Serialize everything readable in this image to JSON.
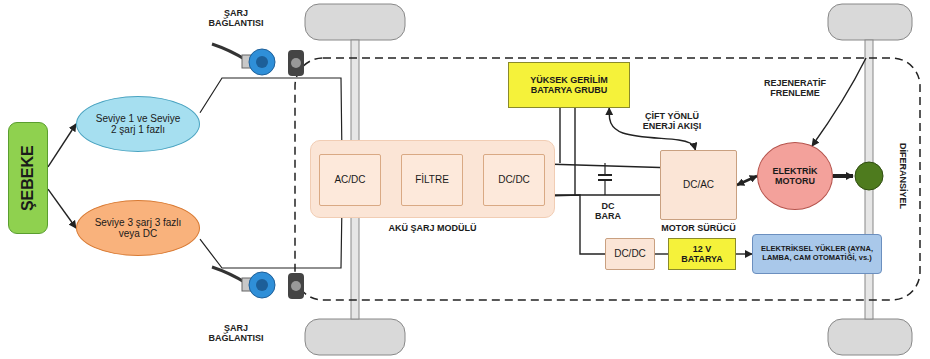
{
  "diagram": {
    "nodes": [
      {
        "text": [
          "ŞEBEKE"
        ]
      },
      {
        "text": [
          "Seviye 1 ve Seviye 2 şarj 1 fazlı"
        ]
      },
      {
        "text": [
          "Seviye 3 şarj 3 fazlı veya DC"
        ]
      },
      {
        "text": [
          "AKÜ ŞARJ MODÜLÜ"
        ]
      },
      {
        "text": [
          "AC/DC"
        ],
        "in": 3
      },
      {
        "text": [
          "FİLTRE"
        ],
        "in": 3
      },
      {
        "text": [
          "DC/DC"
        ],
        "in": 3
      },
      {
        "text": [
          "YÜKSEK GERİLİM BATARYA GRUBU"
        ]
      },
      {
        "text": [
          "DC/AC",
          "MOTOR SÜRÜCÜ"
        ]
      },
      {
        "text": [
          "DC/DC"
        ]
      },
      {
        "text": [
          "12 V BATARYA"
        ]
      },
      {
        "text": [
          "ELEKTRİKSEL YÜKLER (AYNA, LAMBA, CAM OTOMATİĞİ, vs.)"
        ]
      },
      {
        "text": [
          "ELEKTRİK MOTORU"
        ]
      }
    ],
    "edges": [
      {
        "from": 0,
        "to": 1,
        "arrow": "to"
      },
      {
        "from": 0,
        "to": 2,
        "arrow": "to"
      },
      {
        "from": 1,
        "to": 4,
        "arrow": "to"
      },
      {
        "from": 2,
        "to": 4,
        "arrow": "to"
      },
      {
        "from": 4,
        "to": 5,
        "arrow": "to"
      },
      {
        "from": 5,
        "to": 6,
        "arrow": "to"
      },
      {
        "from": 6,
        "to": 8,
        "arrow": "none"
      },
      {
        "from": 7,
        "to": 8,
        "arrow": "both"
      },
      {
        "from": 8,
        "to": 12,
        "arrow": "both"
      },
      {
        "from": 6,
        "to": 9,
        "arrow": "none"
      },
      {
        "from": 9,
        "to": 10,
        "arrow": "none"
      },
      {
        "from": 10,
        "to": 11,
        "arrow": "to"
      }
    ],
    "labels": [
      "ŞARJ BAĞLANTISI",
      "ŞARJ BAĞLANTISI",
      "ÇİFT YÖNLÜ ENERJİ AKIŞI",
      "DC BARA",
      "REJENERATİF FRENLEME",
      "DİFERANSİYEL"
    ]
  }
}
